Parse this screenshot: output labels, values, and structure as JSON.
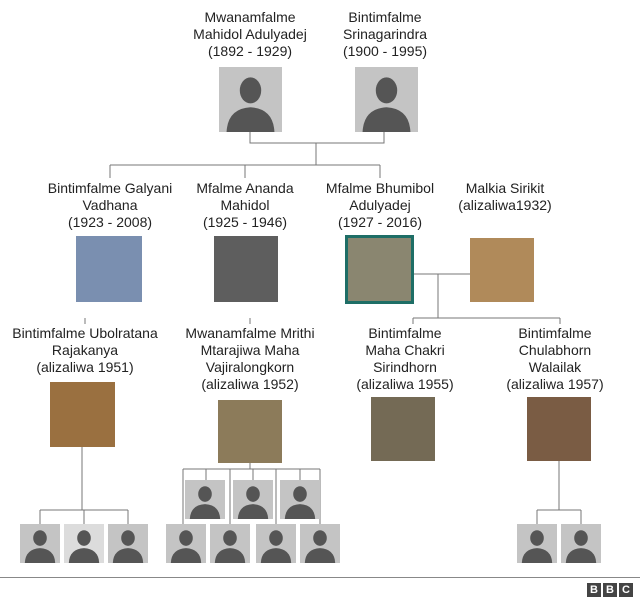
{
  "people": {
    "mahidol": [
      "Mwanamfalme",
      "Mahidol Adulyadej",
      "(1892 - 1929)"
    ],
    "srinagarindra": [
      "Bintimfalme",
      "Srinagarindra",
      "(1900 - 1995)"
    ],
    "galyani": [
      "Bintimfalme Galyani",
      "Vadhana",
      "(1923 - 2008)"
    ],
    "ananda": [
      "Mfalme Ananda",
      "Mahidol",
      "(1925 - 1946)"
    ],
    "bhumibol": [
      "Mfalme Bhumibol",
      "Adulyadej",
      "(1927 - 2016)"
    ],
    "sirikit": [
      "Malkia Sirikit",
      "(alizaliwa1932)"
    ],
    "ubolratana": [
      "Bintimfalme Ubolratana",
      "Rajakanya",
      "(alizaliwa 1951)"
    ],
    "vajiralongkorn": [
      "Mwanamfalme Mrithi",
      "Mtarajiwa Maha",
      "Vajiralongkorn",
      "(alizaliwa 1952)"
    ],
    "sirindhorn": [
      "Bintimfalme",
      "Maha Chakri",
      "Sirindhorn",
      "(alizaliwa 1955)"
    ],
    "chulabhorn": [
      "Bintimfalme",
      "Chulabhorn",
      "Walailak",
      "(alizaliwa 1957)"
    ]
  },
  "footer": {
    "logo": [
      "B",
      "B",
      "C"
    ]
  },
  "colors": {
    "highlight": "#1e6e66",
    "silhouette": "#c4c4c4",
    "line": "#777777"
  }
}
